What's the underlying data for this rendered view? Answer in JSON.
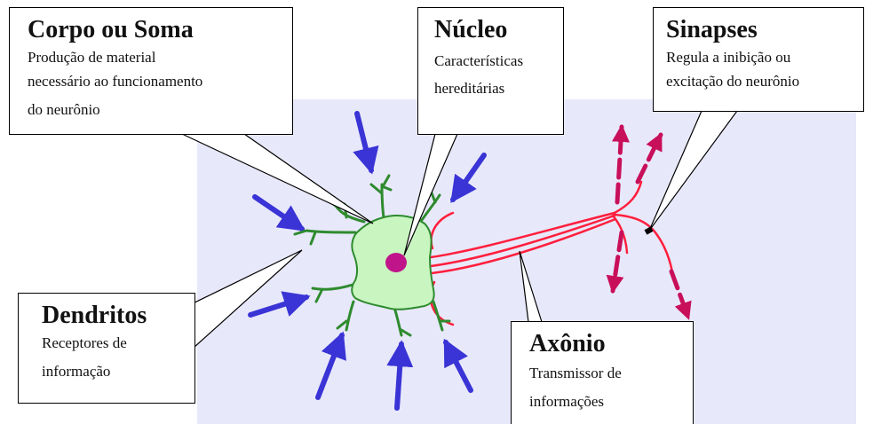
{
  "callouts": {
    "corpo": {
      "title": "Corpo ou Soma",
      "line1": "Produção de material",
      "line2": "necessário ao funcionamento",
      "line3": "do neurônio"
    },
    "nucleo": {
      "title": "Núcleo",
      "line1": "Características",
      "line2": "hereditárias"
    },
    "sinapses": {
      "title": "Sinapses",
      "line1": "Regula a inibição ou",
      "line2": "excitação do neurônio"
    },
    "dendritos": {
      "title": "Dendritos",
      "line1": "Receptores de",
      "line2": "informação"
    },
    "axonio": {
      "title": "Axônio",
      "line1": "Transmissor de",
      "line2": "informações"
    }
  },
  "colors": {
    "background_panel": "#e8e8fb",
    "cell_body_fill": "#c8f5c0",
    "dendrite": "#2e8b2e",
    "nucleus": "#c0158a",
    "axon": "#ff1f3d",
    "input_arrow": "#3a34d6",
    "output_arrow": "#c80f5a",
    "synapse_marker": "#000000"
  }
}
